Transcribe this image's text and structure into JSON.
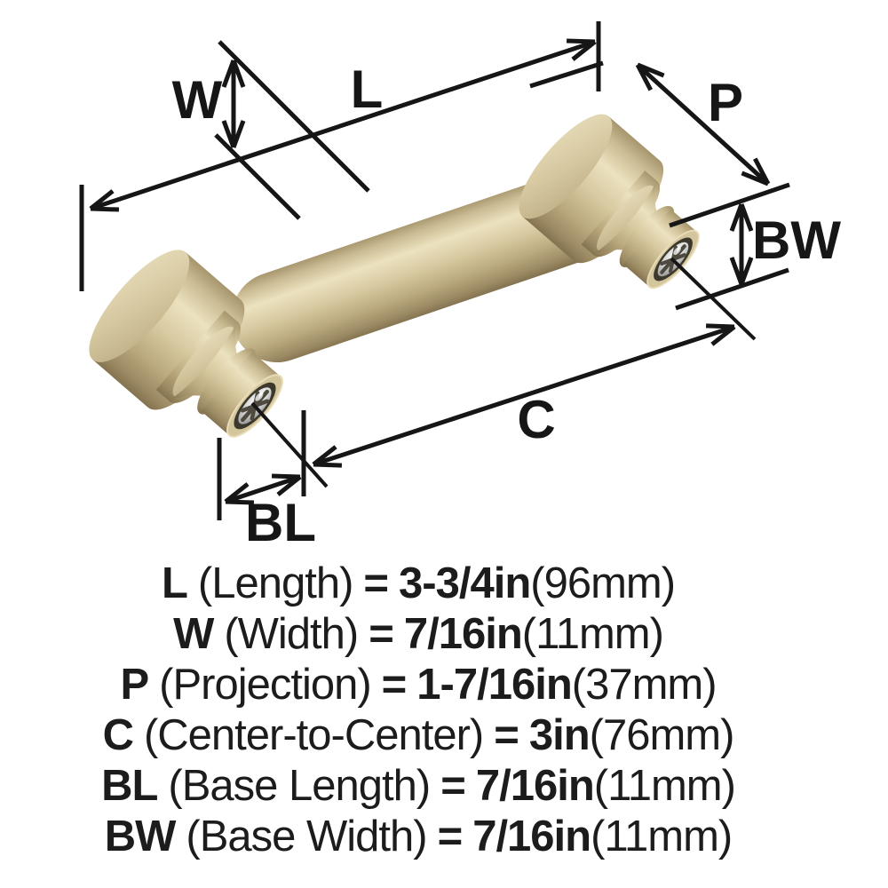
{
  "diagram": {
    "labels": {
      "length": "L",
      "width": "W",
      "projection": "P",
      "center_to_center": "C",
      "base_length": "BL",
      "base_width": "BW"
    }
  },
  "specs": [
    {
      "code": "L",
      "name": "(Length)",
      "equals": "=",
      "value": "3-3/4in",
      "metric": "(96mm)"
    },
    {
      "code": "W",
      "name": "(Width)",
      "equals": "=",
      "value": "7/16in",
      "metric": "(11mm)"
    },
    {
      "code": "P",
      "name": "(Projection)",
      "equals": "=",
      "value": "1-7/16in",
      "metric": "(37mm)"
    },
    {
      "code": "C",
      "name": "(Center-to-Center)",
      "equals": "=",
      "value": "3in",
      "metric": "(76mm)"
    },
    {
      "code": "BL",
      "name": "(Base Length)",
      "equals": "=",
      "value": "7/16in",
      "metric": "(11mm)"
    },
    {
      "code": "BW",
      "name": "(Base Width)",
      "equals": "=",
      "value": "7/16in",
      "metric": "(11mm)"
    }
  ],
  "colors": {
    "background": "#ffffff",
    "dimension_line": "#161616",
    "text": "#1c1c1c",
    "finish_highlight": "#ece2c0",
    "finish_base": "#cbbc92",
    "finish_shadow": "#8e7e58",
    "screw_silver": "#d9d9d9"
  }
}
